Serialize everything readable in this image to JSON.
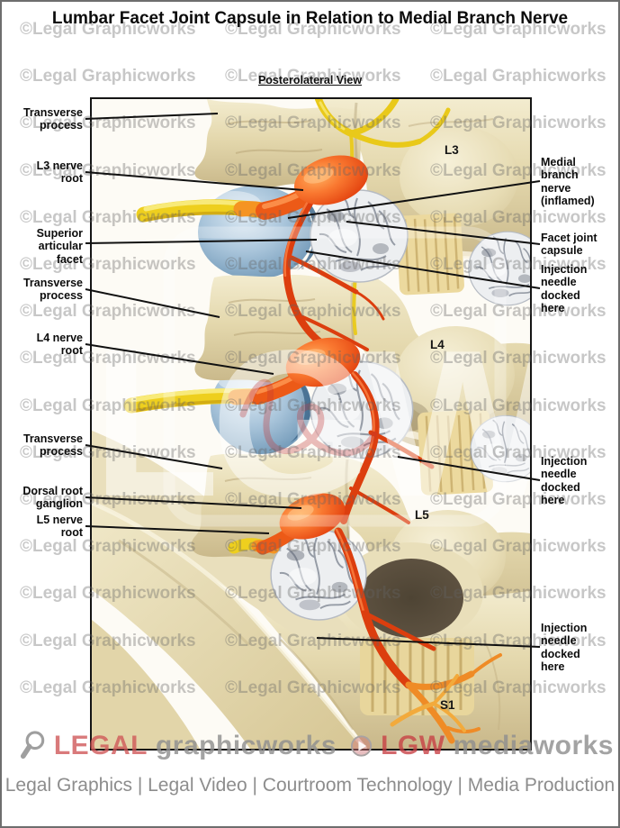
{
  "header": {
    "title": "Lumbar Facet Joint Capsule in Relation to Medial Branch Nerve",
    "subtitle": "Posterolateral View"
  },
  "watermark": {
    "tile_text": "©Legal Graphicworks",
    "big_text": "LGW"
  },
  "figure": {
    "vertebra_labels": [
      "L3",
      "L4",
      "L5",
      "S1"
    ],
    "labels_left": [
      {
        "text": "Transverse\nprocess"
      },
      {
        "text": "L3 nerve\nroot"
      },
      {
        "text": "Superior\narticular\nfacet"
      },
      {
        "text": "Transverse\nprocess"
      },
      {
        "text": "L4 nerve\nroot"
      },
      {
        "text": "Transverse\nprocess"
      },
      {
        "text": "Dorsal root\nganglion"
      },
      {
        "text": "L5 nerve\nroot"
      }
    ],
    "labels_right": [
      {
        "text": "Medial\nbranch\nnerve\n(inflamed)"
      },
      {
        "text": "Facet joint\ncapsule"
      },
      {
        "text": "Injection\nneedle\ndocked\nhere"
      },
      {
        "text": "Injection\nneedle\ndocked\nhere"
      },
      {
        "text": "Injection\nneedle\ndocked\nhere"
      }
    ]
  },
  "logo": {
    "legal": "LEGAL",
    "graphicworks": "graphicworks",
    "lgw": "LGW",
    "mediaworks": "mediaworks"
  },
  "footer": {
    "text": "Legal Graphics | Legal Video | Courtroom Technology | Media Production"
  },
  "colors": {
    "bone": "#e6dab0",
    "disc_blue": "#8fb3cf",
    "nerve_yellow": "#f0d322",
    "nerve_inflamed": "#e84818",
    "capsule_white": "#eef0f1",
    "watermark_gray": "#a9a9a9",
    "logo_red": "#cd5858",
    "leader_line": "#111111"
  }
}
